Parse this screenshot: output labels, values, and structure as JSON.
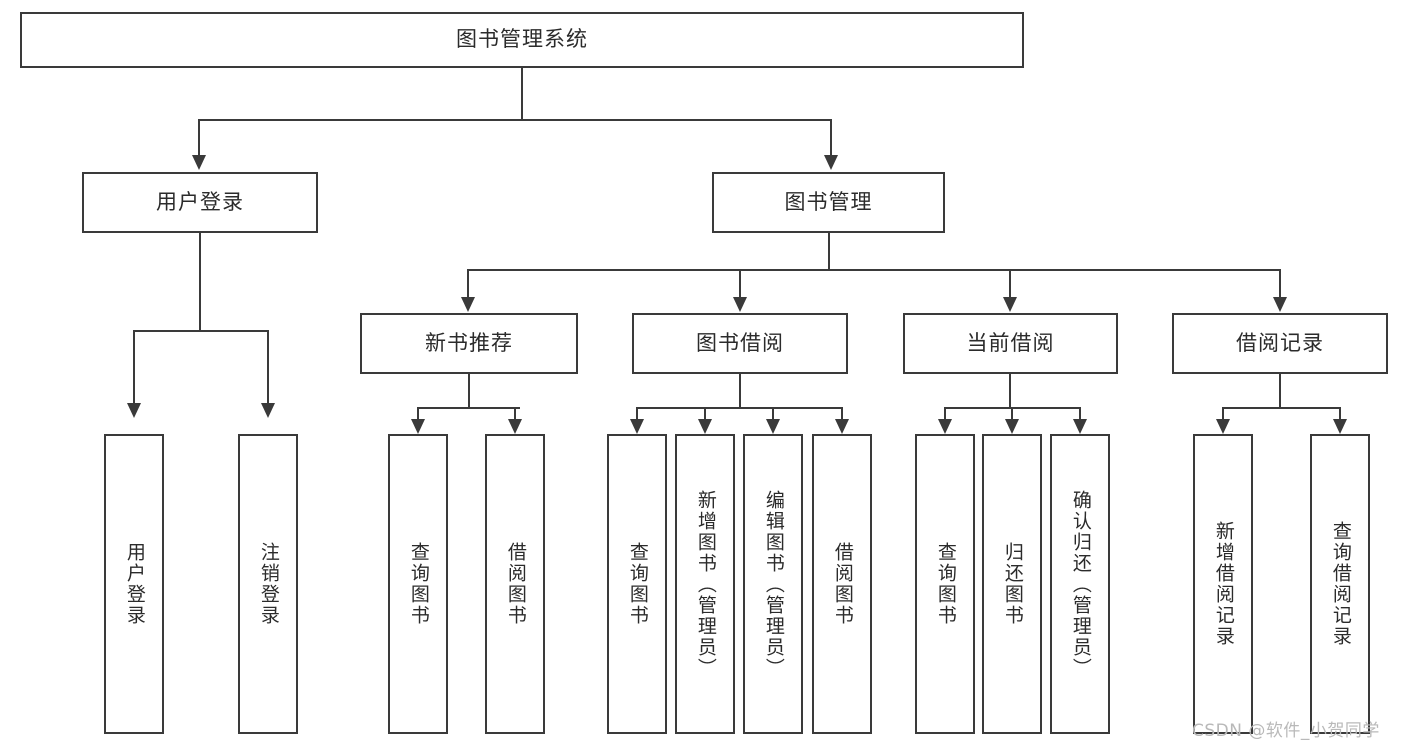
{
  "diagram": {
    "type": "tree",
    "title": "图书管理系统",
    "watermark": "CSDN @软件_小贺同学",
    "colors": {
      "border": "#3a3a3a",
      "background": "#ffffff",
      "text": "#2b2b2b",
      "watermark": "#b9b9b9"
    },
    "root": {
      "label": "图书管理系统"
    },
    "level2": [
      {
        "label": "用户登录"
      },
      {
        "label": "图书管理"
      }
    ],
    "level3": [
      {
        "label": "新书推荐"
      },
      {
        "label": "图书借阅"
      },
      {
        "label": "当前借阅"
      },
      {
        "label": "借阅记录"
      }
    ],
    "leaves": {
      "user_login": [
        {
          "label": "用户登录"
        },
        {
          "label": "注销登录"
        }
      ],
      "new_book_recommend": [
        {
          "label": "查询图书"
        },
        {
          "label": "借阅图书"
        }
      ],
      "book_borrow": [
        {
          "label": "查询图书"
        },
        {
          "label": "新增图书（管理员）"
        },
        {
          "label": "编辑图书（管理员）"
        },
        {
          "label": "借阅图书"
        }
      ],
      "current_borrow": [
        {
          "label": "查询图书"
        },
        {
          "label": "归还图书"
        },
        {
          "label": "确认归还（管理员）"
        }
      ],
      "borrow_record": [
        {
          "label": "新增借阅记录"
        },
        {
          "label": "查询借阅记录"
        }
      ]
    }
  }
}
